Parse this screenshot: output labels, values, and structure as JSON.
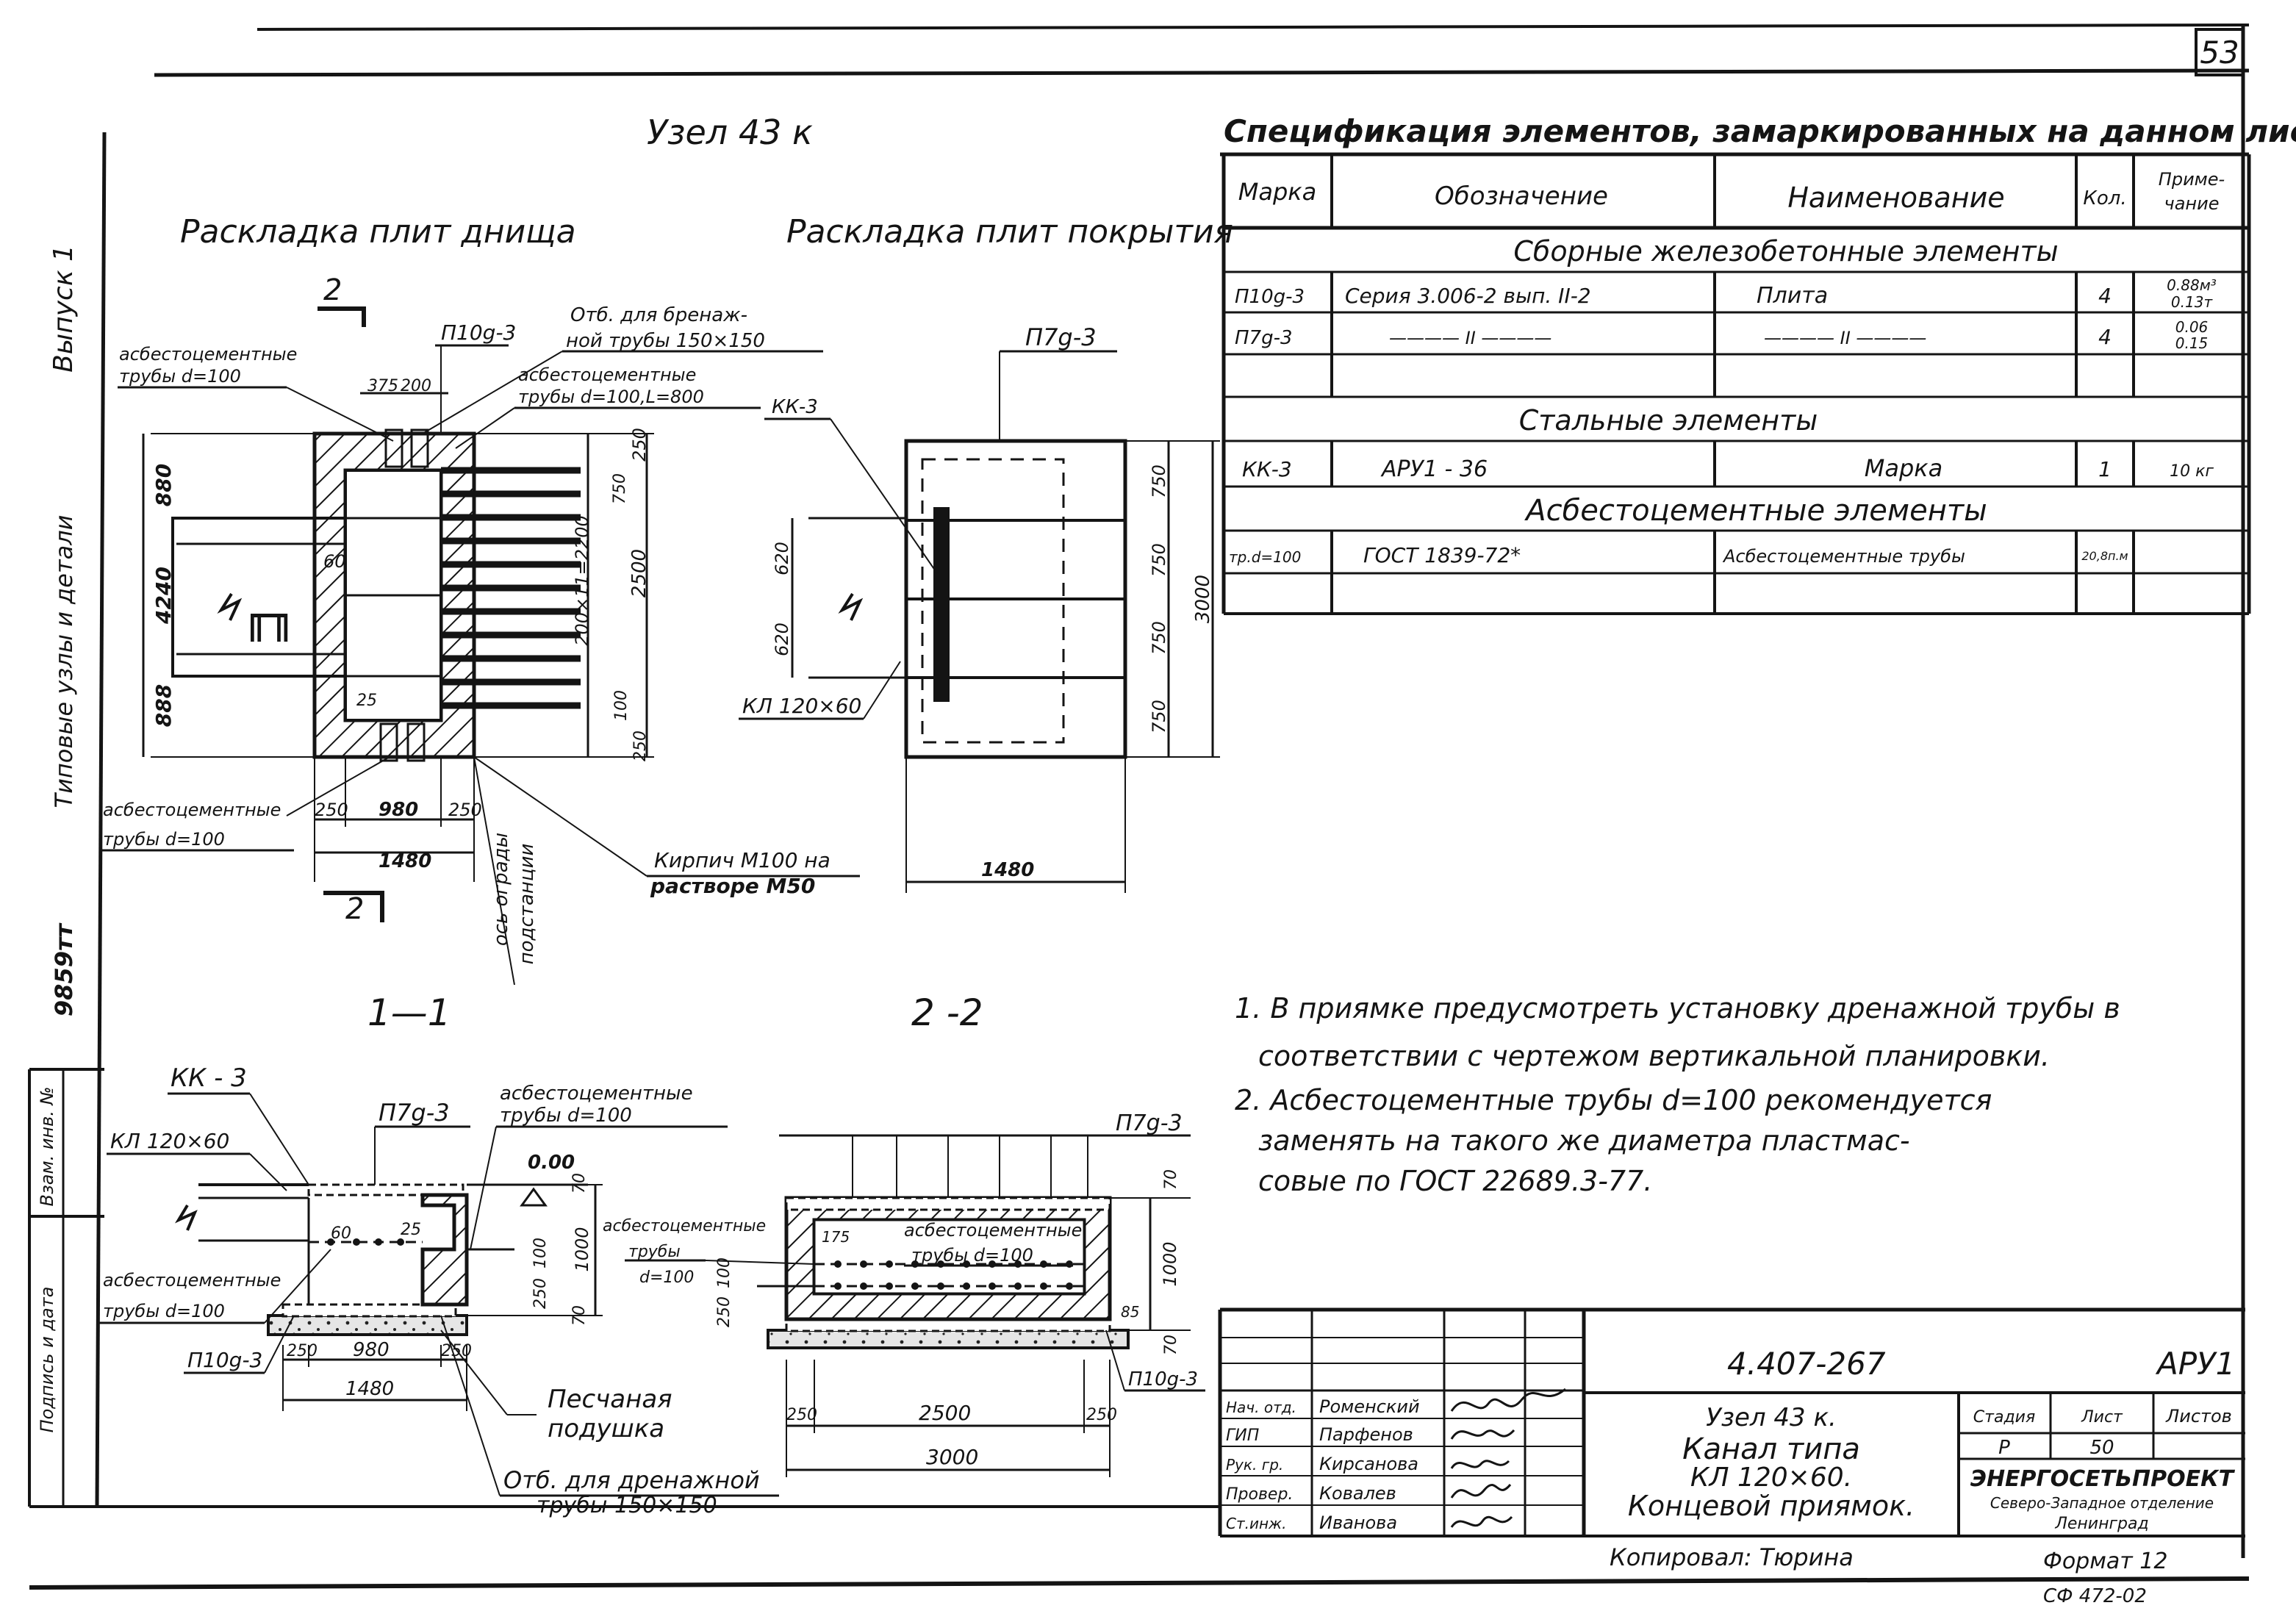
{
  "sheet_number": "53",
  "node_title": "Узел 43 к",
  "left_margin": {
    "issue": "Выпуск 1",
    "series_title": "Типовые узлы и детали",
    "album_code": "9859тт",
    "stamp_label_1": "Взам. инв. №",
    "stamp_label_2": "Подпись и дата"
  },
  "plan_bottom": {
    "title": "Раскладка плит днища",
    "section_mark": "2",
    "labels": {
      "slab": "П10g-3",
      "opening_1": "Отб. для бренаж-",
      "opening_2": "ной трубы 150×150",
      "pipes_a_1": "асбестоцементные",
      "pipes_a_2": "трубы d=100",
      "pipes_b_1": "асбестоцементные",
      "pipes_b_2": "трубы d=100,L=800",
      "pipes_c_1": "асбестоцементные",
      "pipes_c_2": "трубы d=100",
      "brick_1": "Кирпич М100 на",
      "brick_2": "растворе М50",
      "axis_1": "ось ограды",
      "axis_2": "подстанции"
    },
    "dims": {
      "d375": "375",
      "d200": "200",
      "d250a": "250",
      "d750": "750",
      "d880": "880",
      "d4240": "4240",
      "d888": "888",
      "d60": "60",
      "d25": "25",
      "d2500": "2500",
      "d200x11": "200×11=2200",
      "d100": "100",
      "d250b": "250",
      "d250c": "250",
      "d980": "980",
      "d250d": "250",
      "d1480": "1480"
    }
  },
  "plan_top": {
    "title": "Раскладка плит покрытия",
    "labels": {
      "slab": "П7g-3",
      "mark": "КК-3",
      "channel": "КЛ 120×60"
    },
    "dims": {
      "d620a": "620",
      "d620b": "620",
      "d750a": "750",
      "d750b": "750",
      "d750c": "750",
      "d750d": "750",
      "d3000": "3000",
      "d1480": "1480"
    }
  },
  "section_11": {
    "title": "1—1",
    "labels": {
      "mark": "КК - 3",
      "channel": "КЛ 120×60",
      "slab_top": "П7g-3",
      "pipes_1": "асбестоцементные",
      "pipes_2": "трубы d=100",
      "zero": "0.00",
      "pipes_b_1": "асбестоцементные",
      "pipes_b_2": "трубы d=100",
      "slab_bottom": "П10g-3",
      "sand_1": "Песчаная",
      "sand_2": "подушка",
      "opening_1": "Отб. для дренажной",
      "opening_2": "трубы 150×150"
    },
    "dims": {
      "d60": "60",
      "d25": "25",
      "d70": "70",
      "d100": "100",
      "d250a": "250",
      "d1000": "1000",
      "d70b": "70",
      "d250b": "250",
      "d980": "980",
      "d250c": "250",
      "d1480": "1480"
    }
  },
  "section_22": {
    "title": "2 -2",
    "labels": {
      "slab_top": "П7g-3",
      "pipes_a_1": "асбестоцементные",
      "pipes_a_2": "трубы",
      "pipes_a_3": "d=100",
      "pipes_b_1": "асбестоцементные",
      "pipes_b_2": "трубы d=100",
      "slab_bottom": "П10g-3"
    },
    "dims": {
      "d175": "175",
      "d100": "100",
      "d250a": "250",
      "d70": "70",
      "d1000": "1000",
      "d85": "85",
      "d70b": "70",
      "d250b": "250",
      "d2500": "2500",
      "d250c": "250",
      "d3000": "3000"
    }
  },
  "spec": {
    "title": "Спецификация элементов, замаркированных на данном листе.",
    "headers": [
      "Марка",
      "Обозначение",
      "Наименование",
      "Кол.",
      "Приме-\nчание"
    ],
    "groups": [
      {
        "title": "Сборные   железобетонные   элементы",
        "rows": [
          [
            "П10g-3",
            "Серия 3.006-2 вып. II-2",
            "Плита",
            "4",
            "0.88м³\n0.13т"
          ],
          [
            "П7g-3",
            "———— II ————",
            "———— II ————",
            "4",
            "0.06\n0.15"
          ],
          [
            "",
            "",
            "",
            "",
            ""
          ]
        ]
      },
      {
        "title": "Стальные   элементы",
        "rows": [
          [
            "КК-3",
            "АРУ1 - 36",
            "Марка",
            "1",
            "10 кг"
          ]
        ]
      },
      {
        "title": "Асбестоцементные   элементы",
        "rows": [
          [
            "тр.d=100",
            "ГОСТ 1839-72*",
            "Асбестоцементные трубы",
            "20,8п.м",
            ""
          ],
          [
            "",
            "",
            "",
            "",
            ""
          ]
        ]
      }
    ]
  },
  "notes": [
    "1. В приямке предусмотреть установку дренажной трубы в",
    "соответствии с чертежом вертикальной планировки.",
    "2. Асбестоцементные   трубы   d=100   рекомендуется",
    "заменять на такого же диаметра пластмас-",
    "совые по ГОСТ 22689.3-77."
  ],
  "title_block": {
    "doc_code": "4.407-267",
    "doc_mark": "АРУ1",
    "roles": [
      "Нач. отд.",
      "ГИП",
      "Рук. гр.",
      "Провер.",
      "Ст.инж."
    ],
    "names": [
      "Роменский",
      "Парфенов",
      "Кирсанова",
      "Ковалев",
      "Иванова"
    ],
    "title_1": "Узел 43 к.",
    "title_2": "Канал типа",
    "title_3": "КЛ 120×60.",
    "title_4": "Концевой приямок.",
    "stage_label": "Стадия",
    "sheet_label": "Лист",
    "sheets_label": "Листов",
    "stage": "Р",
    "sheet": "50",
    "org_1": "ЭНЕРГОСЕТЬПРОЕКТ",
    "org_2": "Северо-Западное отделение",
    "org_3": "Ленинград",
    "copied": "Копировал: Тюрина",
    "format": "Формат 12",
    "inv": "СФ 472-02"
  }
}
